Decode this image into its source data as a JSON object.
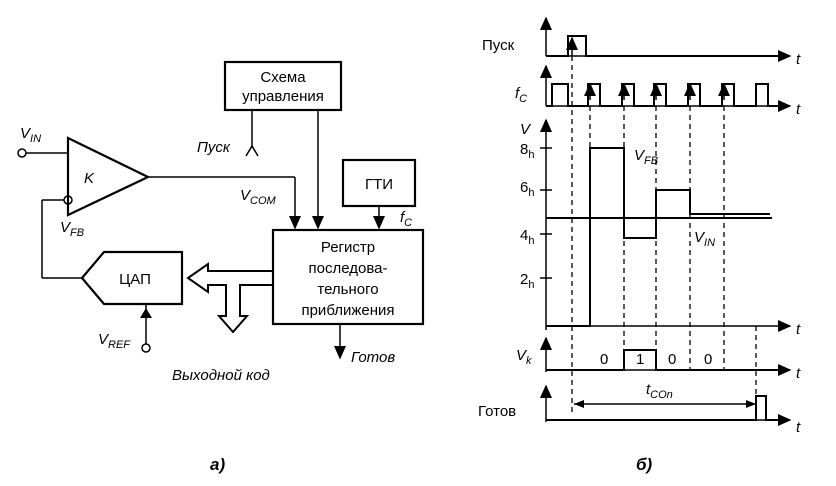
{
  "left": {
    "control_box": [
      "Схема",
      "управления"
    ],
    "start_label": "Пуск",
    "amplifier": "K",
    "vin": "V",
    "vin_sub": "IN",
    "vfb": "V",
    "vfb_sub": "FB",
    "vcom": "V",
    "vcom_sub": "COM",
    "gti": "ГТИ",
    "fc": "f",
    "fc_sub": "C",
    "register": [
      "Регистр",
      "последова-",
      "тельного",
      "приближения"
    ],
    "dac": "ЦАП",
    "vref": "V",
    "vref_sub": "REF",
    "ready_label": "Готов",
    "output_code": "Выходной код",
    "caption": "а)"
  },
  "right": {
    "start": "Пуск",
    "fc": "f",
    "fc_sub": "C",
    "v_axis": "V",
    "ticks": [
      "8",
      "6",
      "4",
      "2"
    ],
    "tick_sub": "h",
    "vfb": "V",
    "vfb_sub": "FB",
    "vin": "V",
    "vin_sub": "IN",
    "vk": "V",
    "vk_sub": "k",
    "bits": [
      "0",
      "1",
      "0",
      "0"
    ],
    "tcon": "t",
    "tcon_sub": "COn",
    "ready": "Готов",
    "t_label": "t",
    "caption": "б)"
  }
}
